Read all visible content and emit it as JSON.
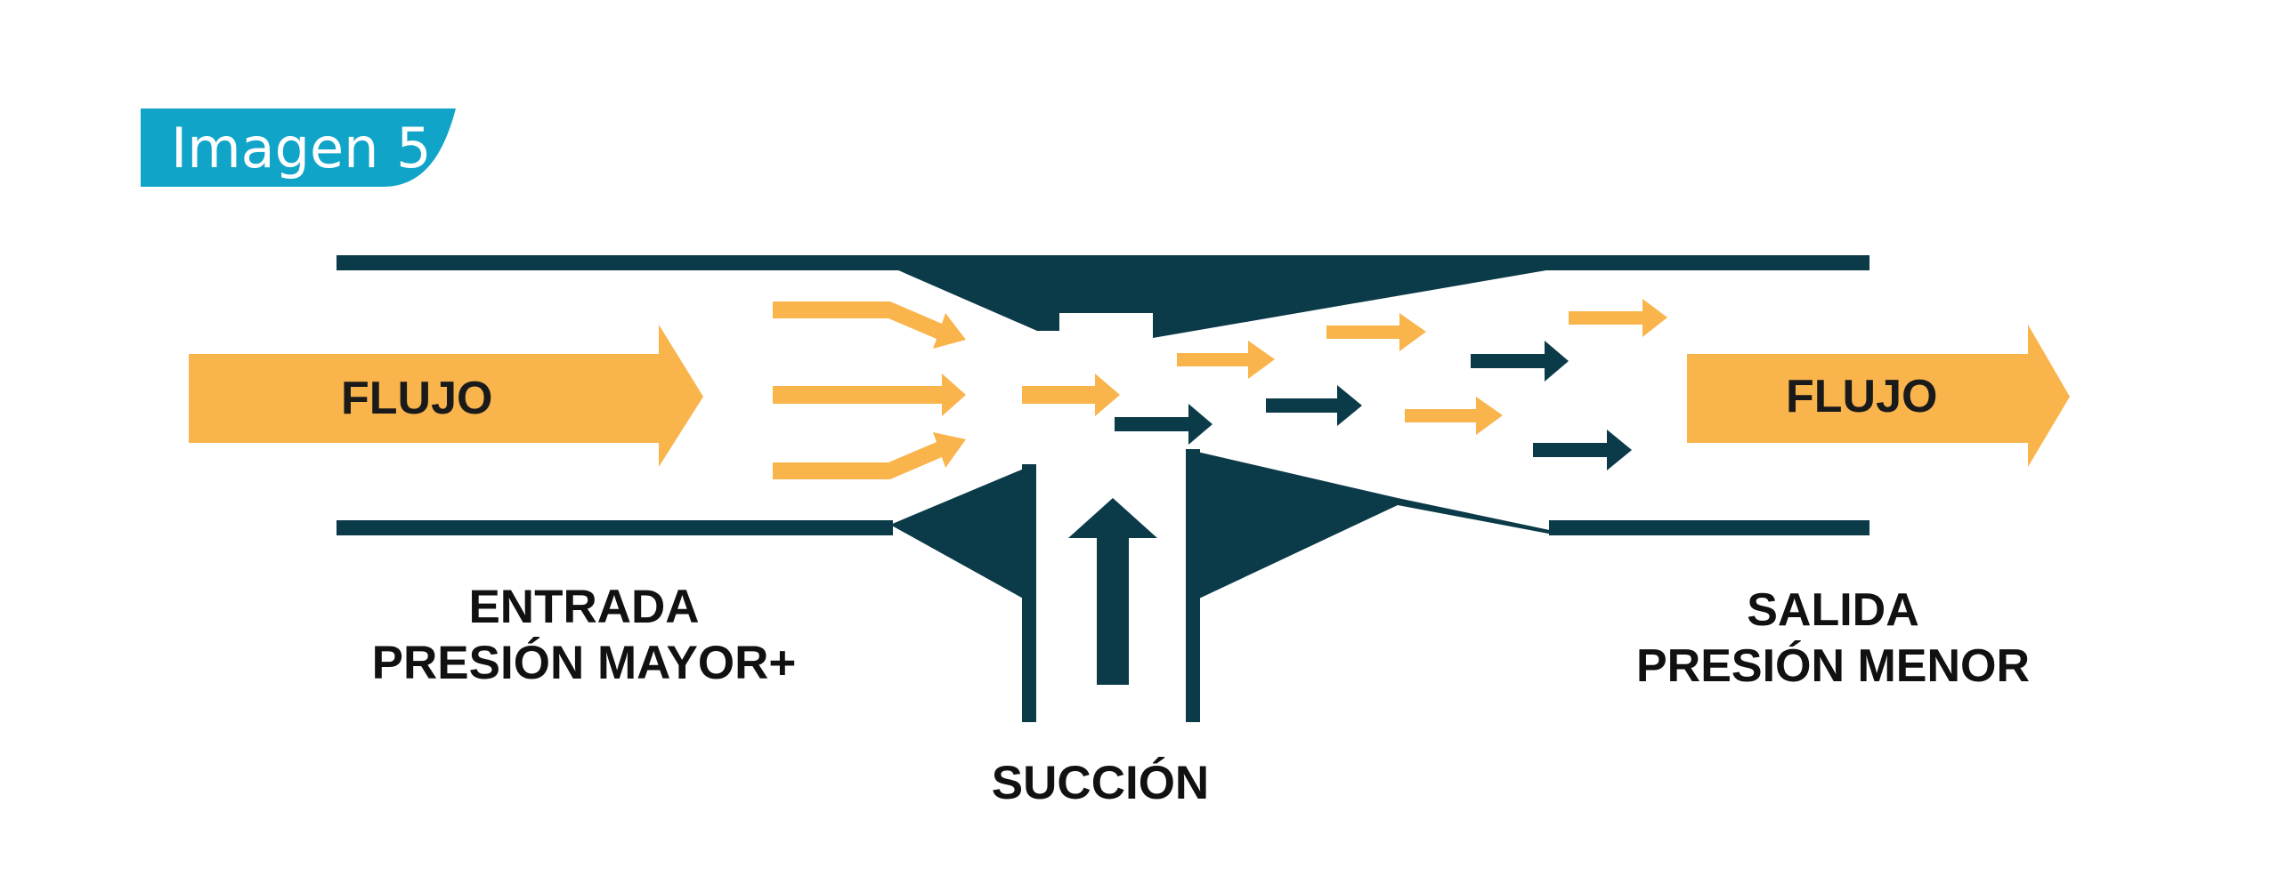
{
  "badge": {
    "label": "Imagen 5"
  },
  "inlet": {
    "flow_label": "FLUJO",
    "caption_line1": "ENTRADA",
    "caption_line2": "PRESIÓN MAYOR+"
  },
  "outlet": {
    "flow_label": "FLUJO",
    "caption_line1": "SALIDA",
    "caption_line2": "PRESIÓN MENOR"
  },
  "suction": {
    "caption": "SUCCIÓN"
  },
  "colors": {
    "badge": "#10a4c8",
    "pipe": "#0b3a48",
    "flow_orange": "#f9b44c",
    "text": "#111111"
  }
}
